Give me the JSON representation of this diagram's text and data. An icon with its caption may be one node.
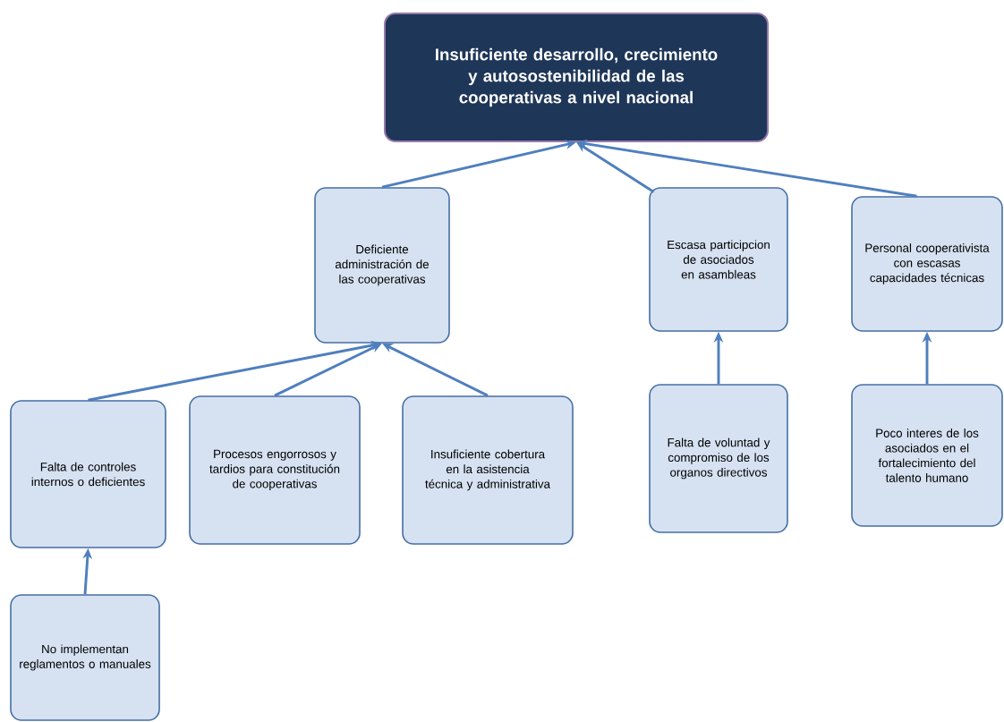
{
  "diagram": {
    "nodes": [
      {
        "text": [
          "Insuficiente desarrollo, crecimiento y autosostenibilidad de las cooperativas a nivel nacional"
        ]
      },
      {
        "text": [
          "Deficiente administración de las cooperativas"
        ]
      },
      {
        "text": [
          "Escasa participcion de asociados en asambleas"
        ]
      },
      {
        "text": [
          "Personal cooperativista con escasas capacidades técnicas"
        ]
      },
      {
        "text": [
          "Falta de controles internos o deficientes"
        ]
      },
      {
        "text": [
          "Procesos engorrosos y tardios para constitución de cooperativas"
        ]
      },
      {
        "text": [
          "Insuficiente cobertura en la asistencia técnica y administrativa"
        ]
      },
      {
        "text": [
          "Falta de voluntad y compromiso de los organos directivos"
        ]
      },
      {
        "text": [
          "Poco interes de los asociados en el fortalecimiento del talento humano"
        ]
      },
      {
        "text": [
          "No implementan reglamentos o manuales"
        ]
      }
    ],
    "edges": [
      {
        "from": 1,
        "to": 0,
        "arrow": "to"
      },
      {
        "from": 2,
        "to": 0,
        "arrow": "to"
      },
      {
        "from": 3,
        "to": 0,
        "arrow": "to"
      },
      {
        "from": 4,
        "to": 1,
        "arrow": "to"
      },
      {
        "from": 5,
        "to": 1,
        "arrow": "to"
      },
      {
        "from": 6,
        "to": 1,
        "arrow": "to"
      },
      {
        "from": 7,
        "to": 2,
        "arrow": "to"
      },
      {
        "from": 8,
        "to": 3,
        "arrow": "to"
      },
      {
        "from": 9,
        "to": 4,
        "arrow": "to"
      }
    ]
  }
}
